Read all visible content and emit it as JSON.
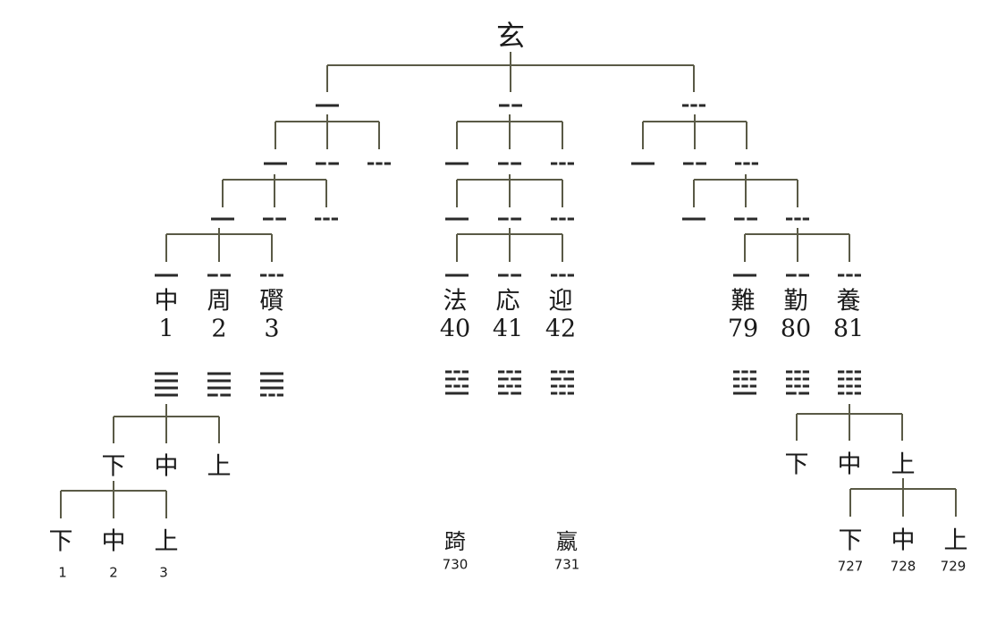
{
  "root": "玄",
  "tetragrams": [
    {
      "char": "中",
      "num": "1"
    },
    {
      "char": "周",
      "num": "2"
    },
    {
      "char": "礥",
      "num": "3"
    },
    {
      "char": "法",
      "num": "40"
    },
    {
      "char": "応",
      "num": "41"
    },
    {
      "char": "迎",
      "num": "42"
    },
    {
      "char": "難",
      "num": "79"
    },
    {
      "char": "勤",
      "num": "80"
    },
    {
      "char": "養",
      "num": "81"
    }
  ],
  "position_labels": {
    "lower": "下",
    "middle": "中",
    "upper": "上"
  },
  "left_branch": {
    "indices": [
      "1",
      "2",
      "3"
    ]
  },
  "right_branch": {
    "indices": [
      "727",
      "728",
      "729"
    ]
  },
  "extra": [
    {
      "char": "踦",
      "num": "730"
    },
    {
      "char": "嬴",
      "num": "731"
    }
  ]
}
